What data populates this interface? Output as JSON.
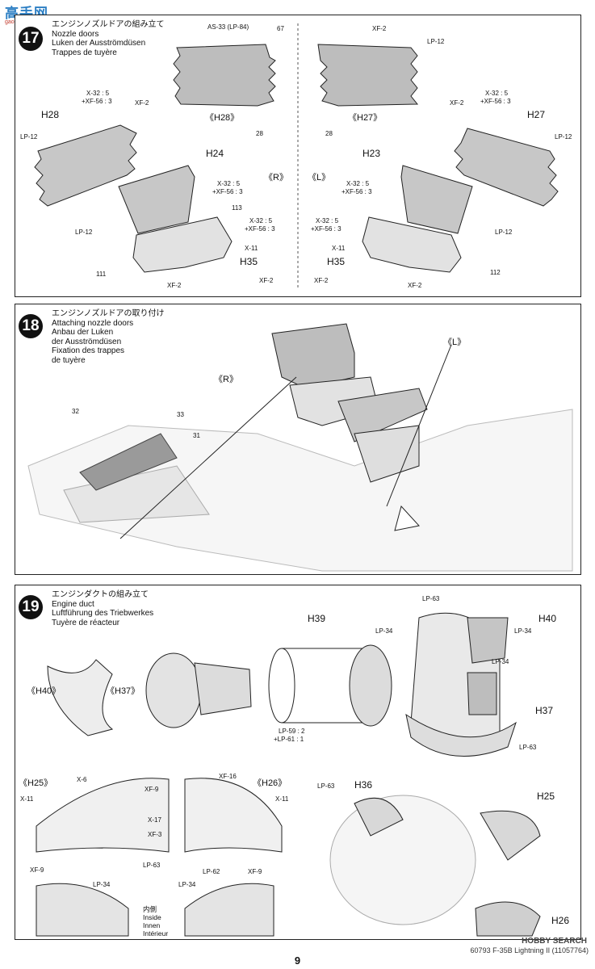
{
  "watermark": {
    "title": "高手网",
    "sub": "gao-shou.net"
  },
  "step17": {
    "number": "17",
    "title_jp": "エンジンノズルドアの組み立て",
    "title_en": "Nozzle doors",
    "title_de": "Luken der Ausströmdüsen",
    "title_fr": "Trappes de tuyère",
    "labels": {
      "as33": "AS-33 (LP-84)",
      "n67": "67",
      "h28_top": "《H28》",
      "n28a": "28",
      "xf2_top": "XF-2",
      "lp12_top": "LP-12",
      "h27_top": "《H27》",
      "n28b": "28",
      "mix_l1": "X-32 : 5",
      "mix_l2": "+XF-56 : 3",
      "xf2_l": "XF-2",
      "h28": "H28",
      "lp12_l": "LP-12",
      "h24": "H24",
      "mix_l3": "X-32 : 5",
      "mix_l4": "+XF-56 : 3",
      "r_mark": "《R》",
      "n113": "113",
      "mix_l5": "X-32 : 5",
      "mix_l6": "+XF-56 : 3",
      "lp12_l2": "LP-12",
      "x11_l": "X-11",
      "h35_l": "H35",
      "n111": "111",
      "xf2_l2": "XF-2",
      "xf2_l3": "XF-2",
      "mix_r1": "X-32 : 5",
      "mix_r2": "+XF-56 : 3",
      "xf2_r": "XF-2",
      "h27": "H27",
      "lp12_r": "LP-12",
      "l_mark": "《L》",
      "h23": "H23",
      "mix_r3": "X-32 : 5",
      "mix_r4": "+XF-56 : 3",
      "mix_r5": "X-32 : 5",
      "mix_r6": "+XF-56 : 3",
      "lp12_r2": "LP-12",
      "x11_r": "X-11",
      "h35_r": "H35",
      "n112": "112",
      "xf2_r2": "XF-2",
      "xf2_r3": "XF-2"
    }
  },
  "step18": {
    "number": "18",
    "title_jp": "エンジンノズルドアの取り付け",
    "title_en": "Attaching nozzle doors",
    "title_de1": "Anbau der Luken",
    "title_de2": "der Ausströmdüsen",
    "title_fr1": "Fixation des trappes",
    "title_fr2": "de tuyère",
    "labels": {
      "r_mark": "《R》",
      "l_mark": "《L》",
      "n32": "32",
      "n33": "33",
      "n31": "31"
    }
  },
  "step19": {
    "number": "19",
    "title_jp": "エンジンダクトの組み立て",
    "title_en": "Engine duct",
    "title_de": "Luftführung des Triebwerkes",
    "title_fr": "Tuyère de réacteur",
    "labels": {
      "h40_mark": "《H40》",
      "h37_mark": "《H37》",
      "h39": "H39",
      "lp34_a": "LP-34",
      "lp59": "LP-59 : 2",
      "lp61": "+LP-61 : 1",
      "lp63_a": "LP-63",
      "h40": "H40",
      "lp34_b": "LP-34",
      "lp34_c": "LP-34",
      "h37": "H37",
      "lp63_b": "LP-63",
      "h25_mark": "《H25》",
      "x6": "X-6",
      "xf9_a": "XF-9",
      "xf16": "XF-16",
      "h26_mark": "《H26》",
      "x11_a": "X-11",
      "x11_b": "X-11",
      "x17": "X-17",
      "xf3": "XF-3",
      "lp63_c": "LP-63",
      "lp62": "LP-62",
      "xf9_b": "XF-9",
      "xf9_c": "XF-9",
      "lp63_d": "LP-63",
      "h36": "H36",
      "h25": "H25",
      "h26": "H26",
      "lp34_d": "LP-34",
      "lp34_e": "LP-34",
      "inside_jp": "内側",
      "inside_en": "Inside",
      "inside_de": "Innen",
      "inside_fr": "Intérieur"
    }
  },
  "footer": {
    "page": "9",
    "code": "60793 F-35B Lightning II (11057764)",
    "hobbysearch": "HOBBY SEARCH"
  }
}
